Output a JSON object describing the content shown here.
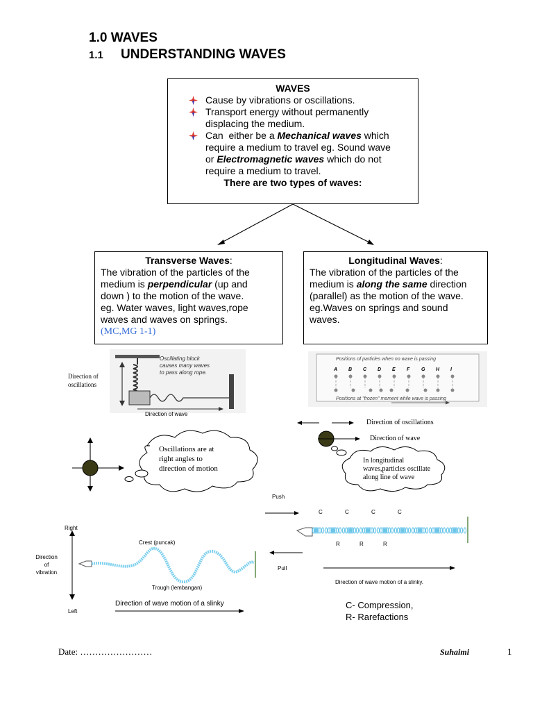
{
  "heading": {
    "section": "1.0 WAVES",
    "subsection_number": "1.1",
    "subsection_title": "UNDERSTANDING WAVES"
  },
  "waves_box": {
    "title": "WAVES",
    "bullet1": "Cause by vibrations or oscillations.",
    "bullet2_line1": "Transport energy without permanently",
    "bullet2_line2": "displacing the medium.",
    "bullet3_a": "Can  either be a ",
    "bullet3_b": "Mechanical waves",
    "bullet3_c": " which",
    "bullet3_d": "require a medium to travel eg. Sound wave",
    "bullet3_e": "or ",
    "bullet3_f": "Electromagnetic waves",
    "bullet3_g": " which do not",
    "bullet3_h": "require a medium to travel.",
    "types": "There are two types of waves:"
  },
  "transverse_box": {
    "title": "Transverse Waves",
    "colon": ":",
    "l1": "The vibration of the particles of the",
    "l2a": "medium is ",
    "l2b": "perpendicular",
    "l2c": " (up and",
    "l3": "down ) to the motion of the wave.",
    "l4": "eg. Water waves, light waves,rope",
    "l5": "waves and waves on springs.",
    "ref": "(MC,MG 1-1)"
  },
  "longitudinal_box": {
    "title": "Longitudinal Waves",
    "colon": ":",
    "l1": "The vibration of the particles of the",
    "l2a": "medium is ",
    "l2b": "along the same",
    "l2c": " direction",
    "l3": "(parallel) as the motion of the wave.",
    "l4": "eg.Waves on springs and sound",
    "l5": "waves."
  },
  "transverse_figure": {
    "direction_label_1": "Direction of",
    "direction_label_2": "oscillations",
    "caption_1": "Oscillating block",
    "caption_2": "causes many waves",
    "caption_3": "to pass along rope.",
    "direction_of_wave": "Direction of wave"
  },
  "longitudinal_figure": {
    "top_text": "Positions of particles when no wave is passing",
    "letters": [
      "A",
      "B",
      "C",
      "D",
      "E",
      "F",
      "G",
      "H",
      "I"
    ],
    "bottom_text": "Positions at \"frozen\" moment while wave is passing"
  },
  "transverse_cloud": {
    "l1": "Oscillations are at",
    "l2": "right angles to",
    "l3": "direction of motion"
  },
  "longitudinal_arrows": {
    "direction_of_oscillations": "Direction of oscillations",
    "direction_of_wave": "Direction of wave"
  },
  "longitudinal_cloud": {
    "l1": "In longitudinal",
    "l2": "waves,particles oscillate",
    "l3": "along line of wave"
  },
  "slinky_transverse": {
    "right": "Right",
    "direction": "Direction",
    "of": "of",
    "vibration": "vibration",
    "left": "Left",
    "crest": "Crest (puncak)",
    "trough": "Trough (lembangan)",
    "motion": "Direction of wave motion of a slinky"
  },
  "slinky_longitudinal": {
    "push": "Push",
    "pull": "Pull",
    "compressions": [
      "C",
      "C",
      "C",
      "C"
    ],
    "rarefactions": [
      "R",
      "R",
      "R"
    ],
    "motion": "Direction of wave motion of a slinky.",
    "legend_c": "C- Compression,",
    "legend_r": "R- Rarefactions"
  },
  "footer": {
    "date": "Date: ……………………",
    "author": "Suhaimi",
    "page": "1"
  }
}
